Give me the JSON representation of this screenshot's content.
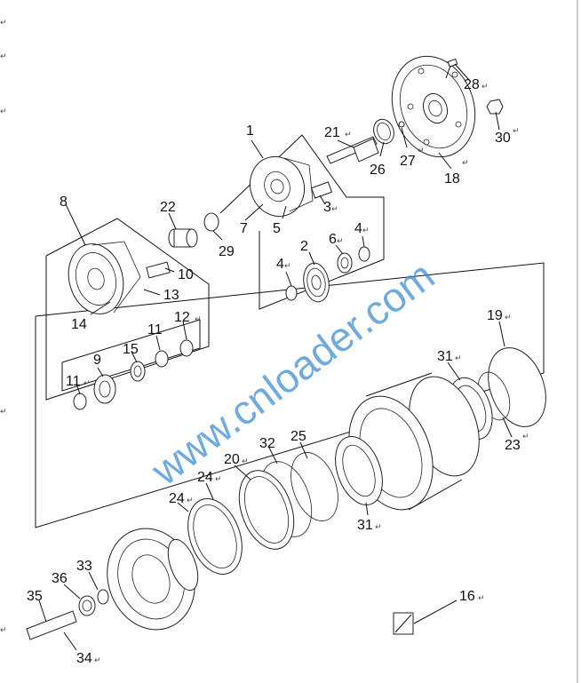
{
  "labels": {
    "l1": "1",
    "l2": "2",
    "l3": "3",
    "l4a": "4",
    "l4b": "4",
    "l5": "5",
    "l6": "6",
    "l7": "7",
    "l8": "8",
    "l9": "9",
    "l10": "10",
    "l11a": "11",
    "l11b": "11",
    "l12": "12",
    "l13": "13",
    "l14": "14",
    "l15": "15",
    "l16": "16",
    "l18": "18",
    "l19": "19",
    "l20": "20",
    "l21": "21",
    "l22": "22",
    "l23": "23",
    "l24a": "24",
    "l24b": "24",
    "l25": "25",
    "l26": "26",
    "l27": "27",
    "l28": "28",
    "l29": "29",
    "l30": "30",
    "l31a": "31",
    "l31b": "31",
    "l32": "32",
    "l33": "33",
    "l34": "34",
    "l35": "35",
    "l36": "36"
  },
  "return_mark": "↵",
  "watermark": "www.cnloader.com"
}
